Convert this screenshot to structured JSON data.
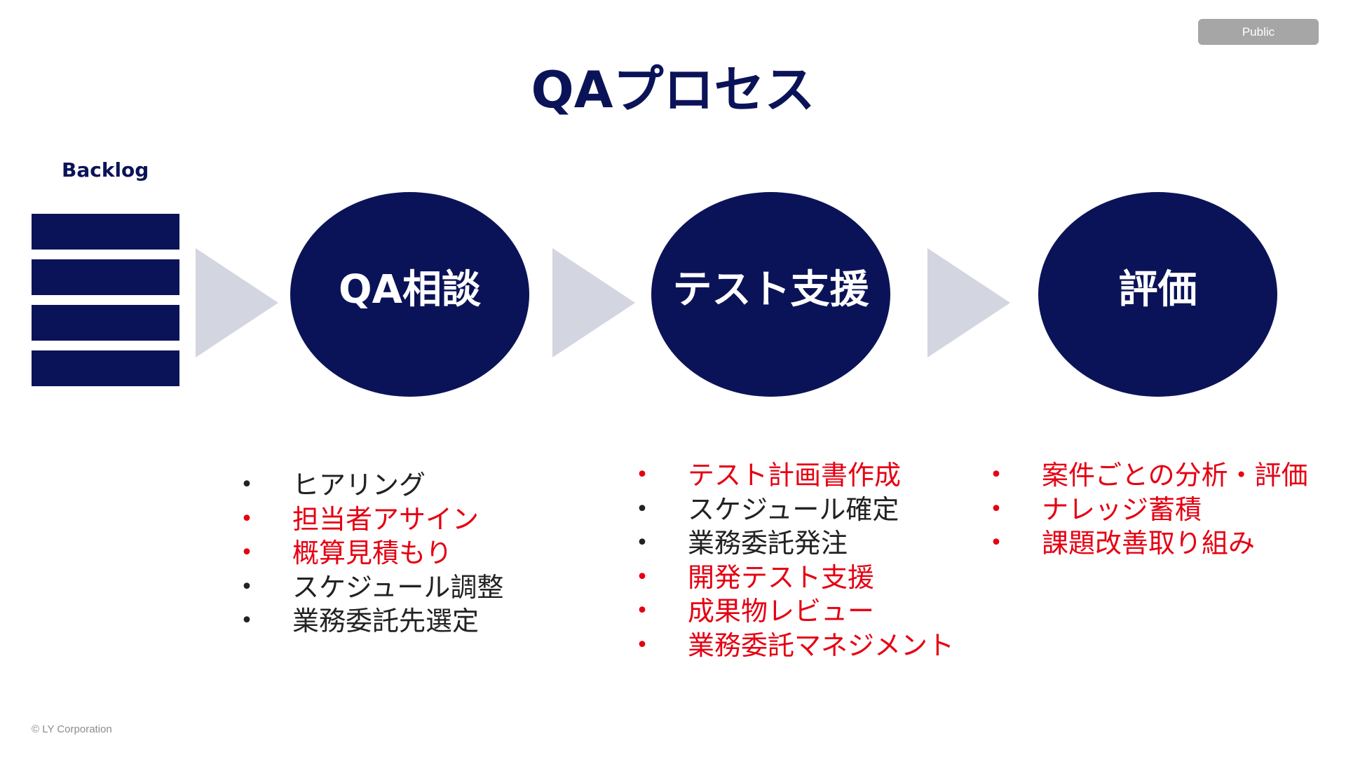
{
  "badge": "Public",
  "title": "QAプロセス",
  "backlog": {
    "label": "Backlog",
    "bar_count": 4
  },
  "colors": {
    "navy": "#0b1358",
    "arrow": "#d3d5e1",
    "highlight": "#e60012",
    "normal_text": "#222222"
  },
  "stages": [
    {
      "label": "QA相談",
      "items": [
        {
          "text": "ヒアリング",
          "highlight": false
        },
        {
          "text": "担当者アサイン",
          "highlight": true
        },
        {
          "text": "概算見積もり",
          "highlight": true
        },
        {
          "text": "スケジュール調整",
          "highlight": false
        },
        {
          "text": "業務委託先選定",
          "highlight": false
        }
      ]
    },
    {
      "label": "テスト支援",
      "items": [
        {
          "text": "テスト計画書作成",
          "highlight": true
        },
        {
          "text": "スケジュール確定",
          "highlight": false
        },
        {
          "text": "業務委託発注",
          "highlight": false
        },
        {
          "text": "開発テスト支援",
          "highlight": true
        },
        {
          "text": "成果物レビュー",
          "highlight": true
        },
        {
          "text": "業務委託マネジメント",
          "highlight": true
        }
      ]
    },
    {
      "label": "評価",
      "items": [
        {
          "text": "案件ごとの分析・評価",
          "highlight": true
        },
        {
          "text": "ナレッジ蓄積",
          "highlight": true
        },
        {
          "text": "課題改善取り組み",
          "highlight": true
        }
      ]
    }
  ],
  "copyright": "© LY Corporation"
}
